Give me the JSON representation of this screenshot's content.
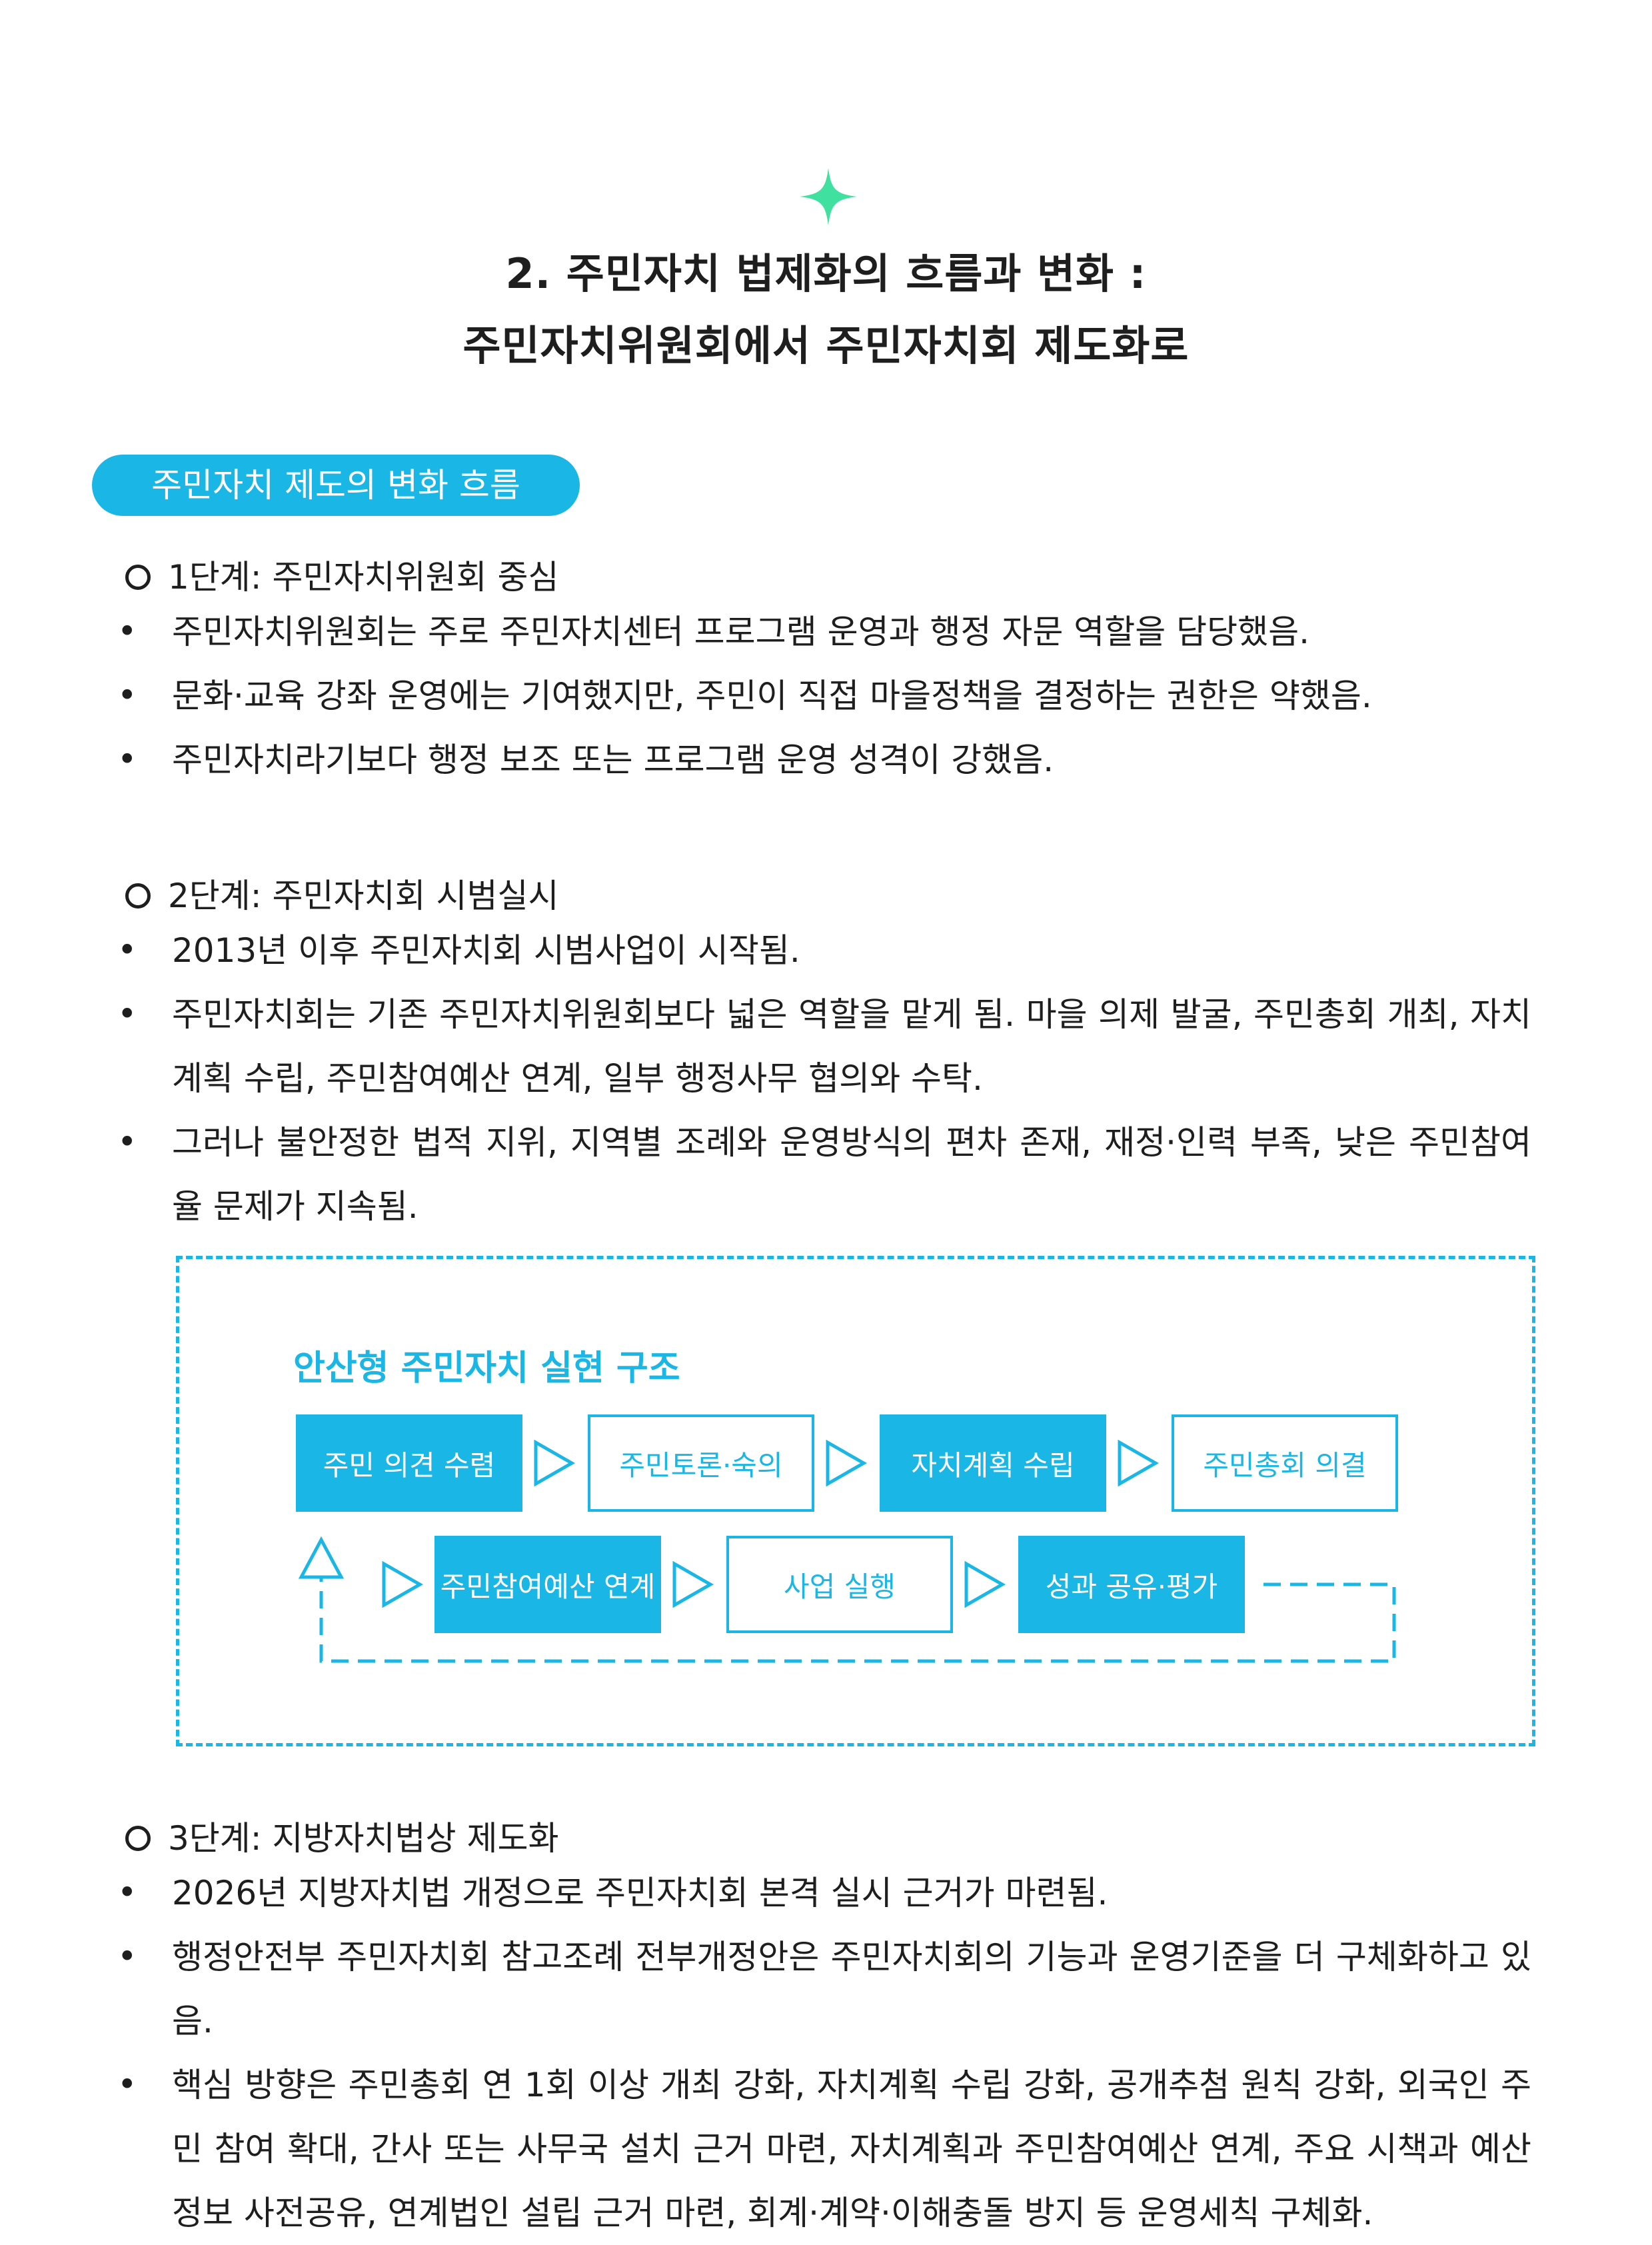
{
  "heading": {
    "line1": "2. 주민자치 법제화의 흐름과 변화 :",
    "line2": "주민자치위원회에서 주민자치회 제도화로"
  },
  "section_pill": "주민자치 제도의 변화 흐름",
  "stage1": {
    "title": "1단계: 주민자치위원회 중심",
    "bullets": [
      "주민자치위원회는 주로 주민자치센터 프로그램 운영과 행정 자문 역할을 담당했음.",
      "문화·교육 강좌 운영에는 기여했지만, 주민이 직접 마을정책을 결정하는 권한은 약했음.",
      "주민자치라기보다 행정 보조 또는 프로그램 운영 성격이 강했음."
    ]
  },
  "stage2": {
    "title": "2단계: 주민자치회 시범실시",
    "bullets": [
      "2013년 이후 주민자치회 시범사업이 시작됨.",
      "주민자치회는 기존 주민자치위원회보다 넓은 역할을 맡게 됨. 마을 의제 발굴, 주민총회 개최, 자치계획 수립, 주민참여예산 연계, 일부 행정사무 협의와 수탁.",
      "그러나 불안정한 법적 지위, 지역별 조례와 운영방식의 편차 존재, 재정·인력 부족, 낮은 주민참여율 문제가 지속됨."
    ]
  },
  "diagram": {
    "title": "안산형 주민자치 실현 구조",
    "row1": [
      "주민 의견 수렴",
      "주민토론·숙의",
      "자치계획 수립",
      "주민총회 의결"
    ],
    "row2": [
      "주민참여예산 연계",
      "사업 실행",
      "성과 공유·평가"
    ]
  },
  "stage3": {
    "title": "3단계: 지방자치법상 제도화",
    "bullets": [
      "2026년 지방자치법 개정으로 주민자치회 본격 실시 근거가 마련됨.",
      "행정안전부 주민자치회 참고조례 전부개정안은 주민자치회의 기능과 운영기준을 더 구체화하고 있음.",
      "핵심 방향은 주민총회 연 1회 이상 개최 강화, 자치계획 수립 강화, 공개추첨 원칙 강화, 외국인 주민 참여 확대, 간사 또는 사무국 설치 근거 마련, 자치계획과 주민참여예산 연계, 주요 시책과 예산 정보 사전공유, 연계법인 설립 근거 마련, 회계·계약·이해충돌 방지 등 운영세칙 구체화."
    ]
  },
  "bullet_symbol": "•",
  "colors": {
    "accent": "#1ab7e6",
    "star": "#3fe0a0",
    "text": "#1e1e1e"
  }
}
